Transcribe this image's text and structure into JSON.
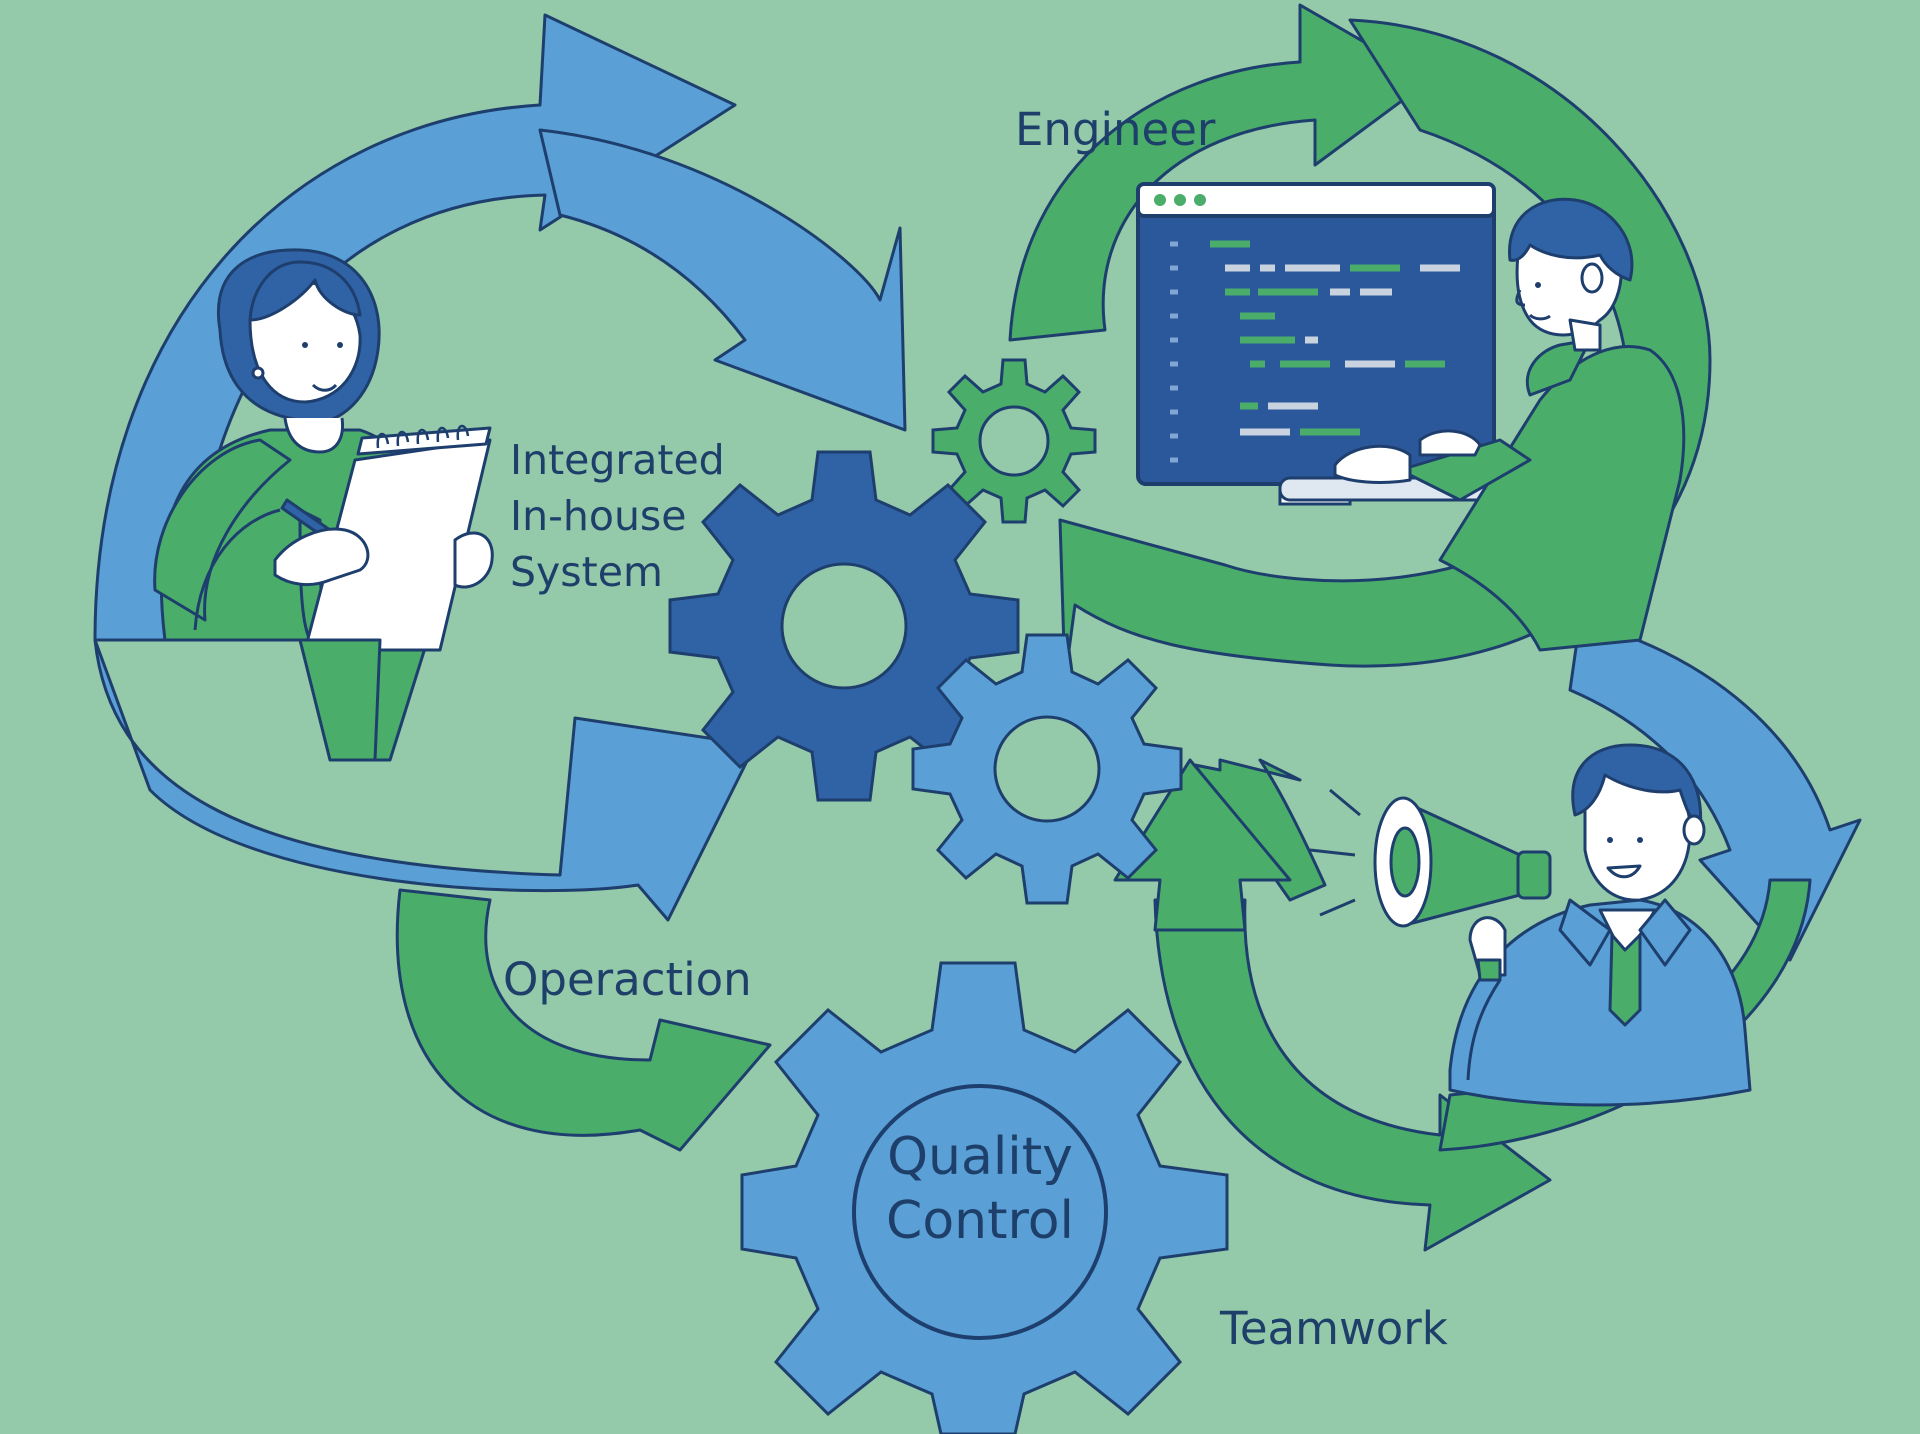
{
  "labels": {
    "integrated_line1": "Integrated",
    "integrated_line2": "In-house",
    "integrated_line3": "System",
    "engineer": "Engineer",
    "operaction": "Operaction",
    "quality_line1": "Quality",
    "quality_line2": "Control",
    "teamwork": "Teamwork"
  },
  "colors": {
    "background": "#94c9a9",
    "blue": "#5aa0d6",
    "dark_blue": "#2f63a6",
    "green": "#4aae6a",
    "outline": "#1e3f6e",
    "screen": "#2b589a"
  },
  "icons": [
    "notepad-icon",
    "pencil-icon",
    "monitor-icon",
    "megaphone-icon",
    "gear-icon"
  ]
}
